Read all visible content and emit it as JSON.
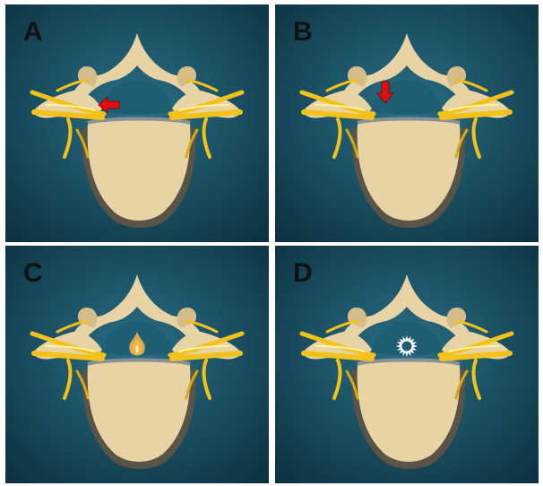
{
  "panels": [
    {
      "label": "A",
      "marker": "arrow-left"
    },
    {
      "label": "B",
      "marker": "arrow-down"
    },
    {
      "label": "C",
      "marker": "flame"
    },
    {
      "label": "D",
      "marker": "starburst"
    }
  ],
  "colors": {
    "background_center": "#2a6f86",
    "background_edge": "#0b2f3d",
    "bone": "#e8d3a4",
    "bone_shadow": "#5a5347",
    "nerve": "#f2c21b",
    "marker_arrow": "#e01010",
    "marker_flame": "#f0a030",
    "marker_starburst": "#ffffff"
  }
}
